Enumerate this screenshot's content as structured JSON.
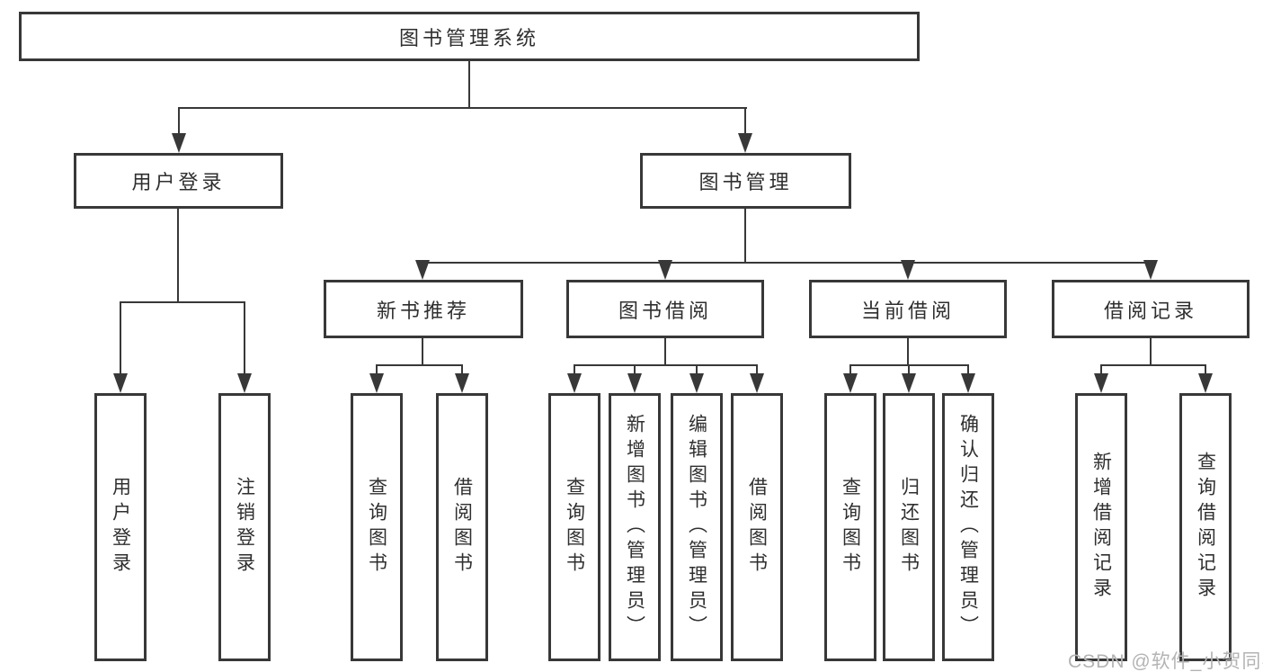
{
  "diagram_title": "图书管理系统",
  "watermark": "CSDN @软件_小贺同学",
  "colors": {
    "line": "#383838",
    "text": "#2f2f2f",
    "watermark": "#b3b3b3",
    "background": "#ffffff"
  },
  "nodes": {
    "root": {
      "label": "图书管理系统"
    },
    "level2": [
      {
        "label": "用户登录"
      },
      {
        "label": "图书管理"
      }
    ],
    "level3": [
      {
        "label": "新书推荐",
        "parent": "图书管理"
      },
      {
        "label": "图书借阅",
        "parent": "图书管理"
      },
      {
        "label": "当前借阅",
        "parent": "图书管理"
      },
      {
        "label": "借阅记录",
        "parent": "图书管理"
      }
    ],
    "leaves": [
      {
        "label": "用户登录",
        "parent": "用户登录"
      },
      {
        "label": "注销登录",
        "parent": "用户登录"
      },
      {
        "label": "查询图书",
        "parent": "新书推荐"
      },
      {
        "label": "借阅图书",
        "parent": "新书推荐"
      },
      {
        "label": "查询图书",
        "parent": "图书借阅"
      },
      {
        "label": "新增图书（管理员）",
        "parent": "图书借阅"
      },
      {
        "label": "编辑图书（管理员）",
        "parent": "图书借阅"
      },
      {
        "label": "借阅图书",
        "parent": "图书借阅"
      },
      {
        "label": "查询图书",
        "parent": "当前借阅"
      },
      {
        "label": "归还图书",
        "parent": "当前借阅"
      },
      {
        "label": "确认归还（管理员）",
        "parent": "当前借阅"
      },
      {
        "label": "新增借阅记录",
        "parent": "借阅记录"
      },
      {
        "label": "查询借阅记录",
        "parent": "借阅记录"
      }
    ]
  }
}
